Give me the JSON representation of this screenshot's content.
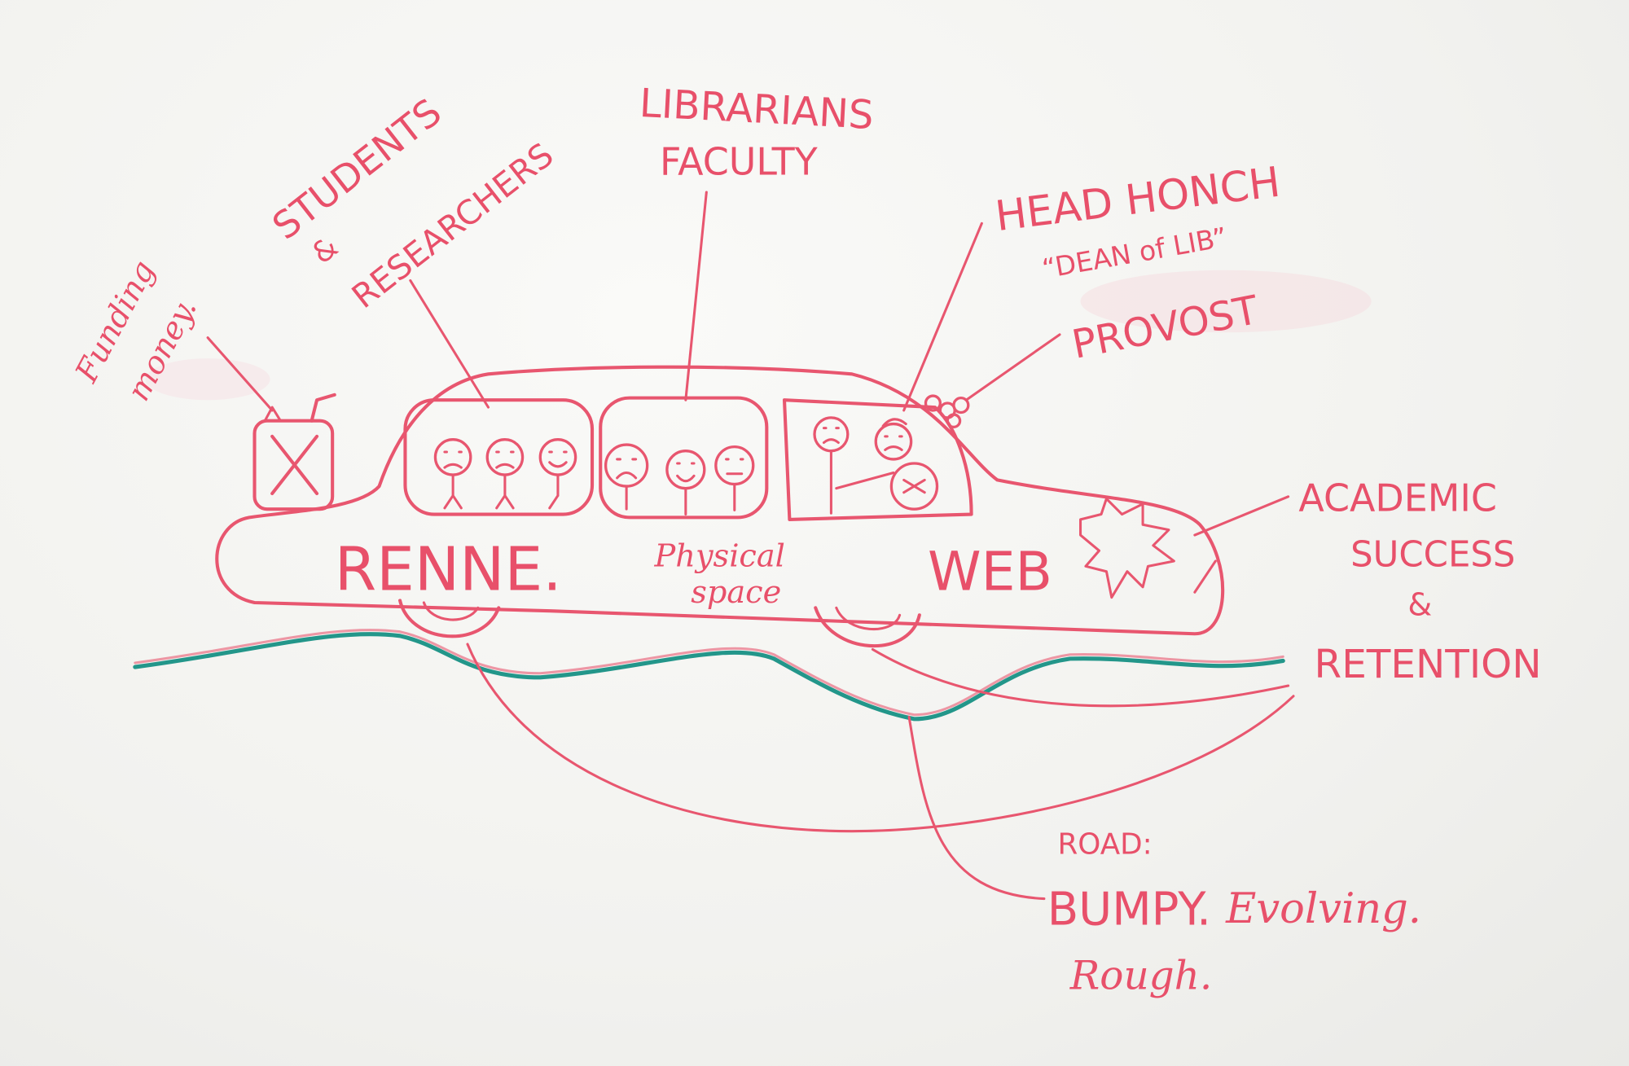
{
  "colors": {
    "marker": "#e8506a",
    "road": "#23968a",
    "board": "#f3f3f1"
  },
  "labels": {
    "funding": "Funding",
    "money": "money.",
    "students": "STUDENTS",
    "and1": "&",
    "researchers": "RESEARCHERS",
    "librarians": "LIBRARIANS",
    "faculty": "FACULTY",
    "head_honch": "HEAD HONCH",
    "dean": "“DEAN of LIB”",
    "provost": "PROVOST",
    "renne": "RENNE.",
    "physical": "Physical",
    "space": "space",
    "web": "WEB",
    "academic": "ACADEMIC",
    "success": "SUCCESS",
    "and2": "&",
    "retention": "RETENTION",
    "road": "ROAD:",
    "bumpy": "BUMPY.",
    "evolving": "Evolving.",
    "rough": "Rough."
  }
}
